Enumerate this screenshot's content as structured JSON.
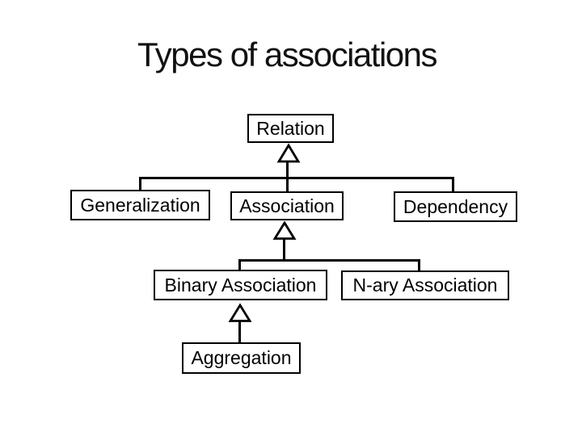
{
  "slide": {
    "title": "Types of associations"
  },
  "colors": {
    "background": "#ffffff",
    "title_text": "#111111",
    "node_fill": "#ffffff",
    "node_border": "#000000",
    "node_text": "#000000",
    "connector": "#000000"
  },
  "diagram": {
    "type": "uml-generalization-tree",
    "marker": "hollow-triangle-up",
    "nodes": [
      {
        "id": "relation",
        "label": "Relation"
      },
      {
        "id": "generalization",
        "label": "Generalization"
      },
      {
        "id": "association",
        "label": "Association"
      },
      {
        "id": "dependency",
        "label": "Dependency"
      },
      {
        "id": "binary-association",
        "label": "Binary Association"
      },
      {
        "id": "n-ary-association",
        "label": "N-ary Association"
      },
      {
        "id": "aggregation",
        "label": "Aggregation"
      }
    ],
    "edges": [
      {
        "parent": "Relation",
        "children": [
          "Generalization",
          "Association",
          "Dependency"
        ],
        "marker": "hollow-triangle"
      },
      {
        "parent": "Association",
        "children": [
          "Binary Association",
          "N-ary Association"
        ],
        "marker": "hollow-triangle"
      },
      {
        "parent": "Binary Association",
        "children": [
          "Aggregation"
        ],
        "marker": "hollow-triangle"
      }
    ]
  }
}
